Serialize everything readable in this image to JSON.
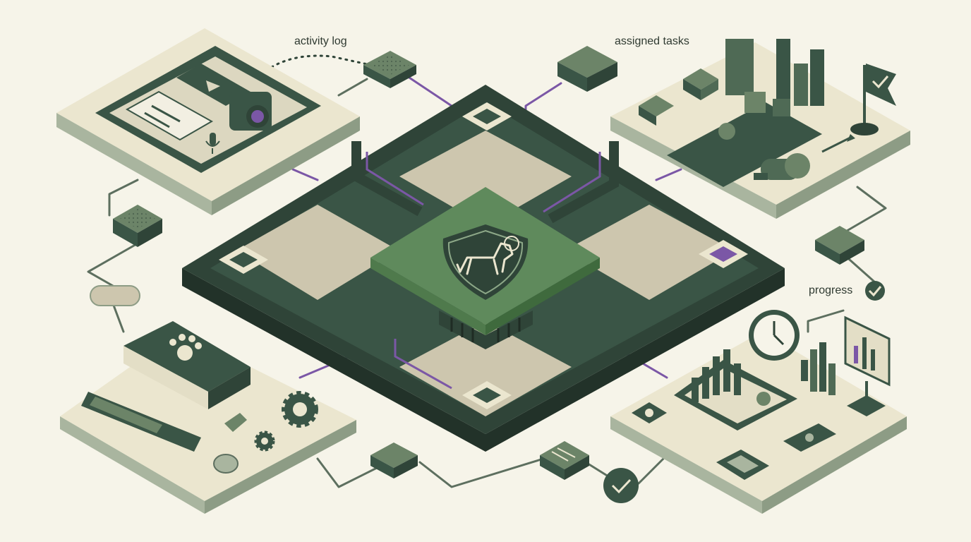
{
  "labels": {
    "activity_log": "activity log",
    "assigned_tasks": "assigned tasks",
    "progress": "progress"
  },
  "colors": {
    "background": "#f6f4e9",
    "platform_dark": "#2f4438",
    "platform_mid": "#3a5546",
    "center_green": "#5f8a5c",
    "tile": "#cdc6ae",
    "card": "#ebe6cf",
    "card_side": "#a9b59f",
    "accent_purple": "#7b57a6",
    "node": "#4f6a55"
  },
  "icons": {
    "center": "dog-shield-icon",
    "activity": "tablet-camera-video-icon",
    "tasks": "bar-chart-flag-whistle-icon",
    "logbook": "paw-book-progress-icon",
    "progress": "clock-chart-tablet-icon"
  }
}
